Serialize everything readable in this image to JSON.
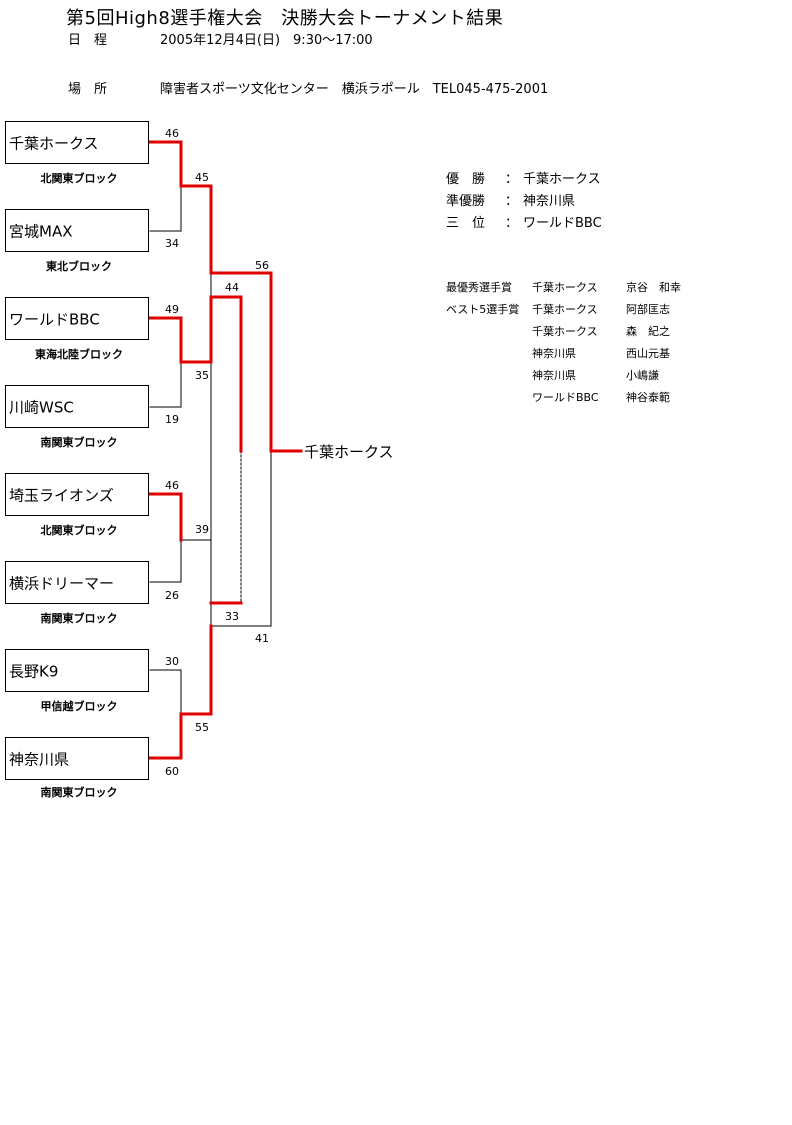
{
  "title": "第5回High8選手権大会　決勝大会トーナメント結果",
  "info": {
    "date_label": "日　程",
    "date": "2005年12月4日(日)　9:30～17:00",
    "venue_label": "場　所",
    "venue": "障害者スポーツ文化センター　横浜ラポール　TEL045-475-2001"
  },
  "teams": [
    {
      "name": "千葉ホークス",
      "block": "北関東ブロック"
    },
    {
      "name": "宮城MAX",
      "block": "東北ブロック"
    },
    {
      "name": "ワールドBBC",
      "block": "東海北陸ブロック"
    },
    {
      "name": "川崎WSC",
      "block": "南関東ブロック"
    },
    {
      "name": "埼玉ライオンズ",
      "block": "北関東ブロック"
    },
    {
      "name": "横浜ドリーマー",
      "block": "南関東ブロック"
    },
    {
      "name": "長野K9",
      "block": "甲信越ブロック"
    },
    {
      "name": "神奈川県",
      "block": "南関東ブロック"
    }
  ],
  "scores": {
    "r1_m1_top": "46",
    "r1_m1_bottom": "34",
    "r1_m2_top": "49",
    "r1_m2_bottom": "19",
    "r1_m3_top": "46",
    "r1_m3_bottom": "26",
    "r1_m4_top": "30",
    "r1_m4_bottom": "60",
    "sf1_top": "45",
    "sf1_bottom": "35",
    "sf2_top": "39",
    "sf2_bottom": "55",
    "third_top": "44",
    "third_bottom": "33",
    "final_top": "56",
    "final_bottom": "41"
  },
  "champion": "千葉ホークス",
  "results": [
    {
      "label": "優　勝",
      "sep": "：",
      "value": "千葉ホークス"
    },
    {
      "label": "準優勝",
      "sep": "：",
      "value": "神奈川県"
    },
    {
      "label": "三　位",
      "sep": "：",
      "value": "ワールドBBC"
    }
  ],
  "awards": {
    "mvp_label": "最優秀選手賞",
    "best5_label": "ベスト5選手賞",
    "rows": [
      {
        "team": "千葉ホークス",
        "player": "京谷　和幸"
      },
      {
        "team": "千葉ホークス",
        "player": "阿部匡志"
      },
      {
        "team": "千葉ホークス",
        "player": "森　紀之"
      },
      {
        "team": "神奈川県",
        "player": "西山元基"
      },
      {
        "team": "神奈川県",
        "player": "小嶋謙"
      },
      {
        "team": "ワールドBBC",
        "player": "神谷泰範"
      }
    ]
  },
  "colors": {
    "winner_line": "#e00000",
    "loser_line": "#000000"
  }
}
